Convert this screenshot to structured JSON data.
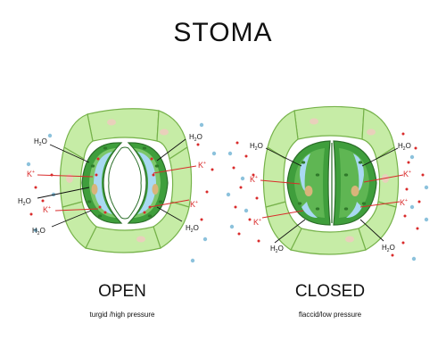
{
  "title": "STOMA",
  "open": {
    "label": "OPEN",
    "subtitle": "turgid /high pressure"
  },
  "closed": {
    "label": "CLOSED",
    "subtitle": "flaccid/low pressure"
  },
  "labels": {
    "water": "H",
    "water_sub": "2",
    "water_end": "O",
    "potassium": "K",
    "potassium_sup": "+"
  },
  "colors": {
    "epidermal_cell": "#c6eca6",
    "epidermal_border": "#76b24a",
    "guard_cell": "#3f9e3c",
    "guard_inner": "#7cc76a",
    "vacuole": "#a9d9f2",
    "chloroplast": "#2f7a2a",
    "nucleus": "#d9b47a",
    "potassium": "#d92b2b",
    "water": "#8cc2dc"
  }
}
